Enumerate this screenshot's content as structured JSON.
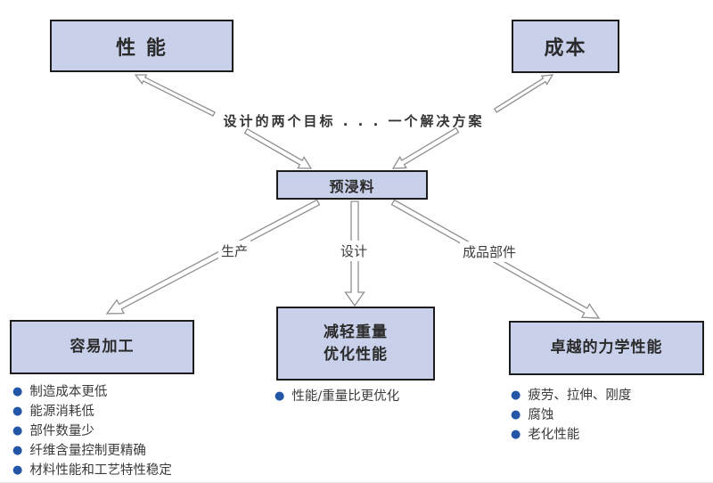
{
  "diagram": {
    "top_boxes": {
      "performance": "性 能",
      "cost": "成本"
    },
    "center_caption": "设计的两个目标 . . . 一个解决方案",
    "hub_box": "预浸料",
    "branch_labels": {
      "production": "生产",
      "design": "设计",
      "finished_parts": "成品部件"
    },
    "bottom_boxes": {
      "easy_processing": "容易加工",
      "weight_line1": "减轻重量",
      "weight_line2": "优化性能",
      "mechanical": "卓越的力学性能"
    },
    "bullet_lists": {
      "left": [
        "制造成本更低",
        "能源消耗低",
        "部件数量少",
        "纤维含量控制更精确",
        "材料性能和工艺特性稳定"
      ],
      "middle": [
        "性能/重量比更优化"
      ],
      "right": [
        "疲劳、拉伸、刚度",
        "腐蚀",
        "老化性能"
      ]
    },
    "colors": {
      "box_fill": "#c9d0e9",
      "box_border": "#1c1c1c",
      "arrow_stroke": "#8f8f8f",
      "bullet_dot": "#2456a8",
      "body_text": "#3a3a3a"
    }
  }
}
